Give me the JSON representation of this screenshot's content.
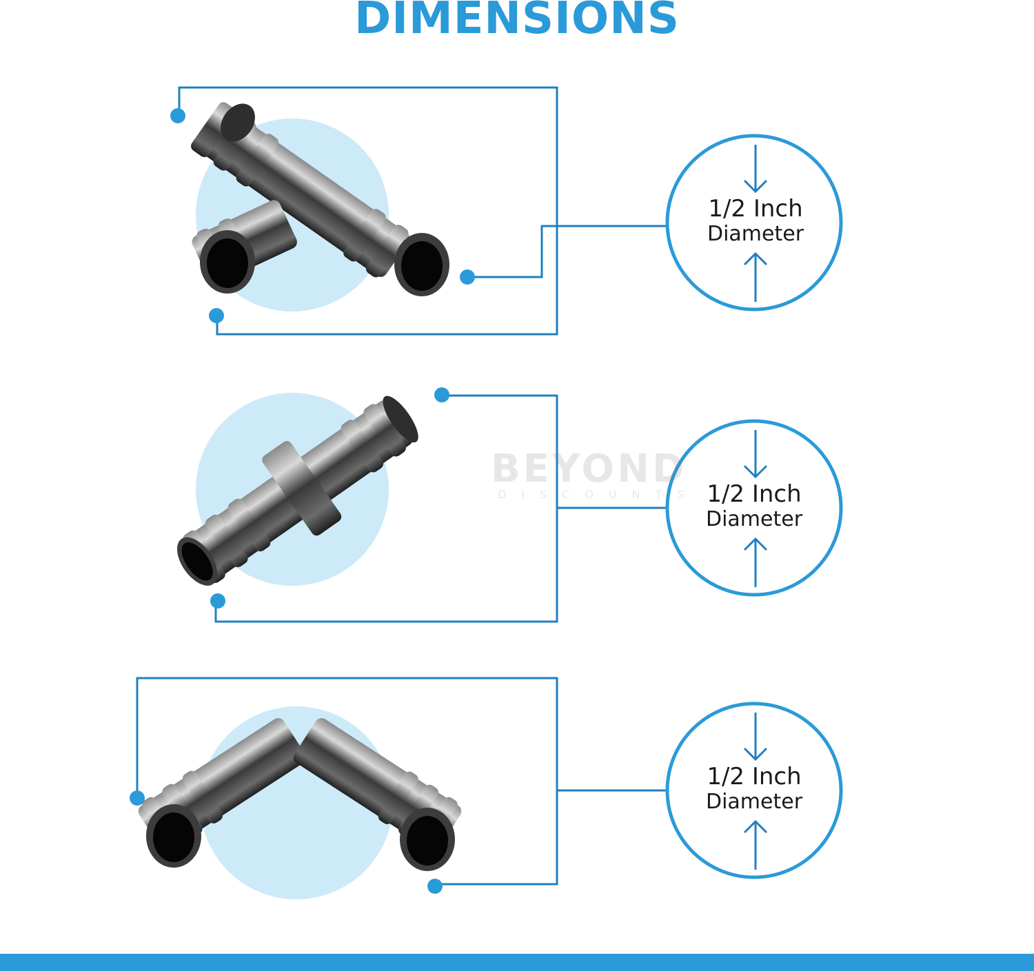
{
  "title": "DIMENSIONS",
  "colors": {
    "accent": "#2b9ad8",
    "line": "#1f7fc2",
    "circle_fill": "#cdeaf8",
    "text": "#1a1a1a"
  },
  "watermark": {
    "text": "BEYOND",
    "subtext": "DISCOUNTS"
  },
  "fittings": [
    {
      "name": "tee-fitting",
      "size": "1/2 Inch",
      "unit_label": "Diameter"
    },
    {
      "name": "coupling-fitting",
      "size": "1/2 Inch",
      "unit_label": "Diameter"
    },
    {
      "name": "elbow-fitting",
      "size": "1/2 Inch",
      "unit_label": "Diameter"
    }
  ]
}
